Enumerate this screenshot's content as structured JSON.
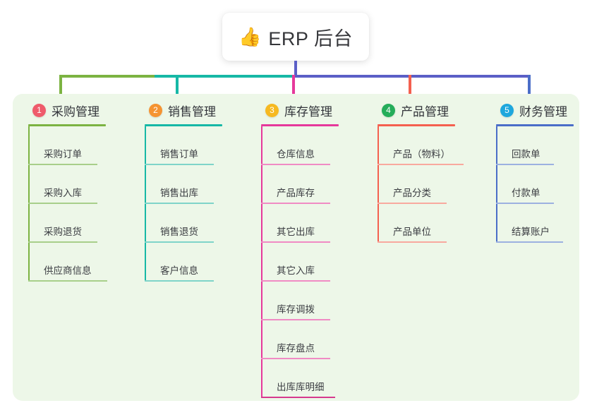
{
  "title": {
    "emoji": "👍",
    "emoji_name": "thumbs-up-emoji",
    "text": "ERP 后台"
  },
  "colors": {
    "panel_background": "#edf7e8",
    "page_background": "#ffffff",
    "title_text": "#35363a",
    "item_text": "#3b3d42",
    "trunk_line": "#5b5fc7"
  },
  "columns": [
    {
      "index": "1",
      "title": "采购管理",
      "badge_color": "#ef5b6b",
      "line_color": "#7cb342",
      "item_line_color": "#a8cf8a",
      "items": [
        "采购订单",
        "采购入库",
        "采购退货",
        "供应商信息"
      ]
    },
    {
      "index": "2",
      "title": "销售管理",
      "badge_color": "#f59331",
      "line_color": "#17b8a6",
      "item_line_color": "#7fd4c9",
      "items": [
        "销售订单",
        "销售出库",
        "销售退货",
        "客户信息"
      ]
    },
    {
      "index": "3",
      "title": "库存管理",
      "badge_color": "#f6b921",
      "line_color": "#e6399b",
      "item_line_color": "#f08bc4",
      "items": [
        "仓库信息",
        "产品库存",
        "其它出库",
        "其它入库",
        "库存调拨",
        "库存盘点",
        "出库库明细"
      ]
    },
    {
      "index": "4",
      "title": "产品管理",
      "badge_color": "#25ad5a",
      "line_color": "#f4604f",
      "item_line_color": "#f8a99e",
      "items": [
        "产品（物料）",
        "产品分类",
        "产品单位"
      ]
    },
    {
      "index": "5",
      "title": "财务管理",
      "badge_color": "#1ea7dd",
      "line_color": "#4b6ec8",
      "item_line_color": "#9cb1e0",
      "items": [
        "回款单",
        "付款单",
        "结算账户"
      ]
    }
  ],
  "connectors": {
    "trunk_color": "#5b5fc7",
    "bus_segments": [
      {
        "name": "bus-segment-green",
        "color": "#7cb342"
      },
      {
        "name": "bus-segment-teal",
        "color": "#17b8a6"
      },
      {
        "name": "bus-segment-indigo",
        "color": "#5b5fc7"
      }
    ],
    "drops": [
      {
        "name": "drop-purchasing",
        "color": "#7cb342"
      },
      {
        "name": "drop-sales",
        "color": "#17b8a6"
      },
      {
        "name": "drop-inventory",
        "color": "#e6399b"
      },
      {
        "name": "drop-product",
        "color": "#f4604f"
      },
      {
        "name": "drop-finance",
        "color": "#4b6ec8"
      }
    ]
  }
}
